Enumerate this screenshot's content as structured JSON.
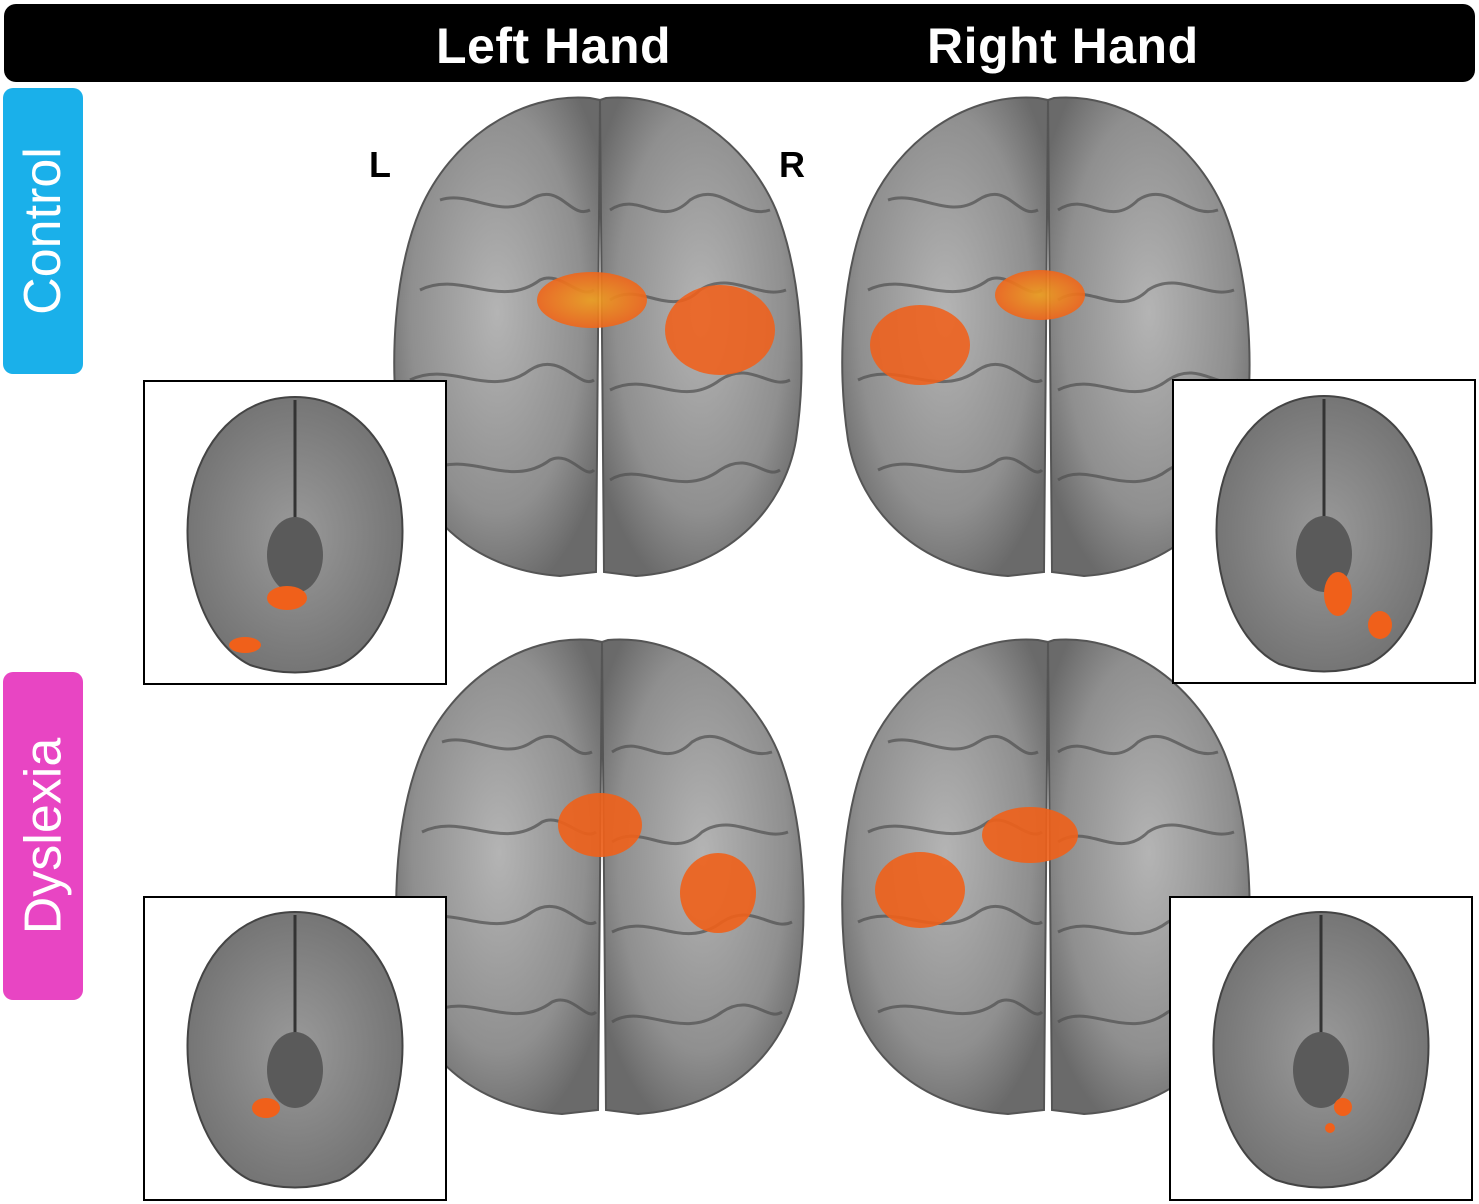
{
  "header": {
    "left_title": "Left Hand",
    "right_title": "Right Hand"
  },
  "rows": {
    "control": {
      "label": "Control",
      "color": "#1ab0ea"
    },
    "dyslexia": {
      "label": "Dyslexia",
      "color": "#e845c3"
    }
  },
  "orientation": {
    "left": "L",
    "right": "R"
  },
  "colors": {
    "header_bg": "#000000",
    "brain": "#8f8f8f",
    "activation": "#f26a1b",
    "activation_core": "#e8a21a"
  },
  "panels": [
    {
      "row": "control",
      "column": "left_hand"
    },
    {
      "row": "control",
      "column": "right_hand"
    },
    {
      "row": "dyslexia",
      "column": "left_hand"
    },
    {
      "row": "dyslexia",
      "column": "right_hand"
    }
  ]
}
